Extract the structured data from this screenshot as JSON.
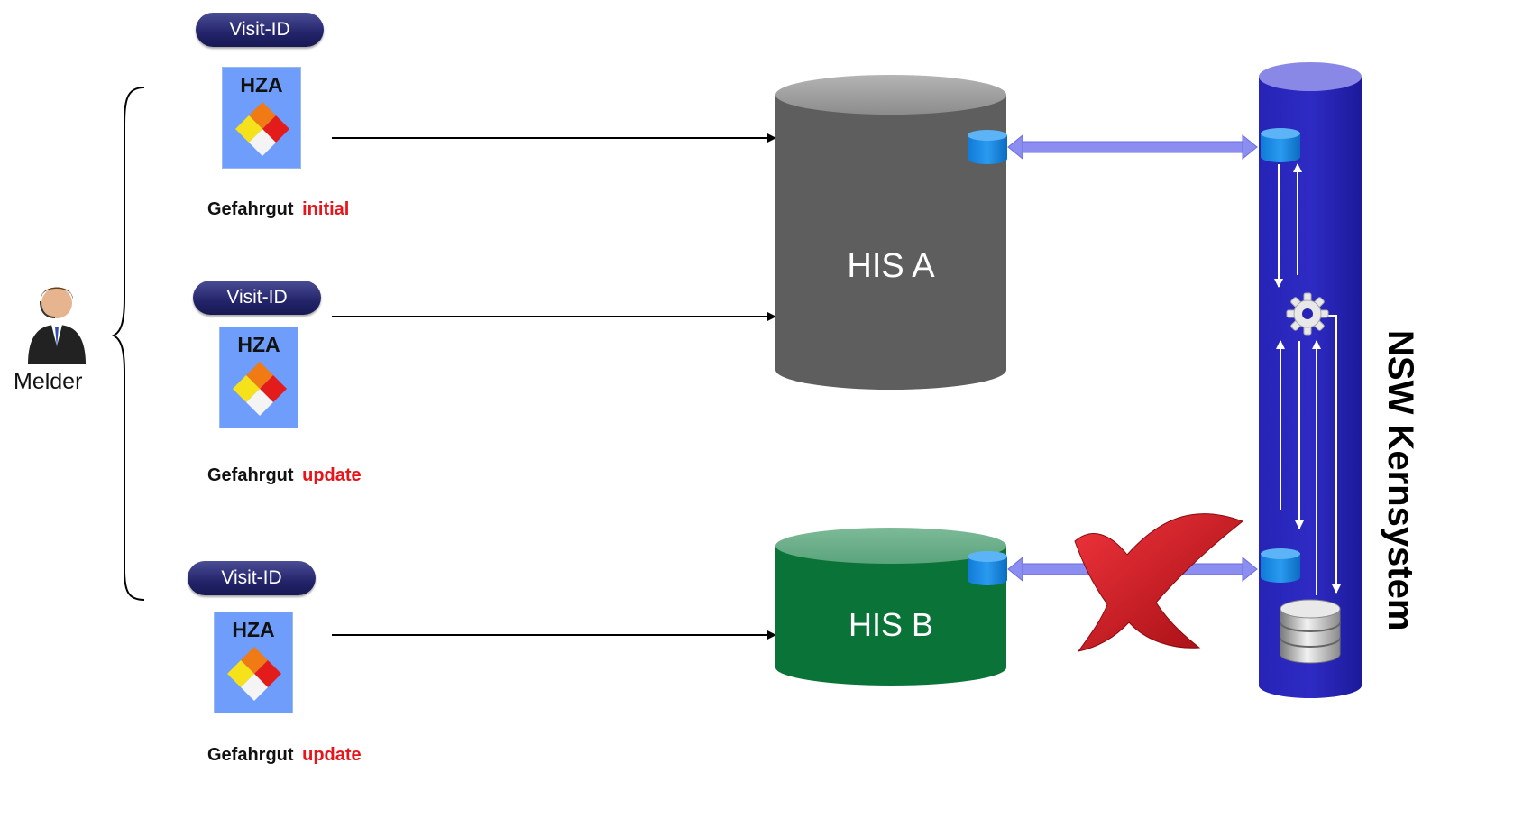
{
  "reporter": {
    "label": "Melder",
    "icon": "operator-headset-icon"
  },
  "submissions": [
    {
      "visit_id": "Visit-ID",
      "doc_label": "HZA",
      "caption_prefix": "Gefahrgut",
      "caption_keyword": "initial"
    },
    {
      "visit_id": "Visit-ID",
      "doc_label": "HZA",
      "caption_prefix": "Gefahrgut",
      "caption_keyword": "update"
    },
    {
      "visit_id": "Visit-ID",
      "doc_label": "HZA",
      "caption_prefix": "Gefahrgut",
      "caption_keyword": "update"
    }
  ],
  "systems": {
    "his_a": {
      "label": "HIS A",
      "color": "#5e5e5e"
    },
    "his_b": {
      "label": "HIS B",
      "color": "#0a7337"
    },
    "core": {
      "label": "NSW Kernsystem",
      "color": "#2320b0"
    }
  },
  "links": {
    "his_a_core": "bidirectional",
    "his_b_core": "bidirectional-failed"
  },
  "colors": {
    "keyword": "#e8141a",
    "link": "#8b8df0",
    "error_cross": "#d4101a"
  }
}
